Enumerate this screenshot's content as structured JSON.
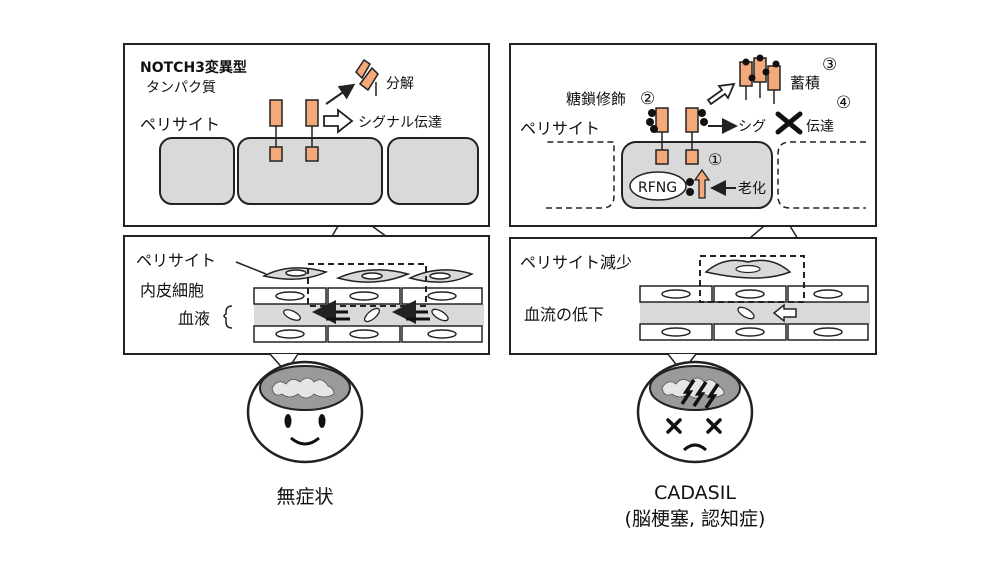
{
  "left": {
    "protein_label_1": "NOTCH3変異型",
    "protein_label_2": "タンパク質",
    "breakdown": "分解",
    "pericyte_top": "ペリサイト",
    "signal": "シグナル伝達",
    "pericyte_mid": "ペリサイト",
    "endothelial": "内皮細胞",
    "blood": "血液",
    "caption": "無症状"
  },
  "right": {
    "glyco": "糖鎖修飾",
    "num_1": "①",
    "num_2": "②",
    "num_3": "③",
    "num_4": "④",
    "accumulation": "蓄積",
    "pericyte_top": "ペリサイト",
    "signal_prefix": "シグ",
    "signal_suffix": "伝達",
    "rfng": "RFNG",
    "aging": "老化",
    "pericyte_loss": "ペリサイト減少",
    "blood_flow": "血流の低下",
    "caption_1": "CADASIL",
    "caption_2": "(脳梗塞, 認知症)"
  },
  "colors": {
    "protein_fill": "#f4a97a",
    "cell_fill": "#d9d9d9",
    "outline": "#222222"
  }
}
